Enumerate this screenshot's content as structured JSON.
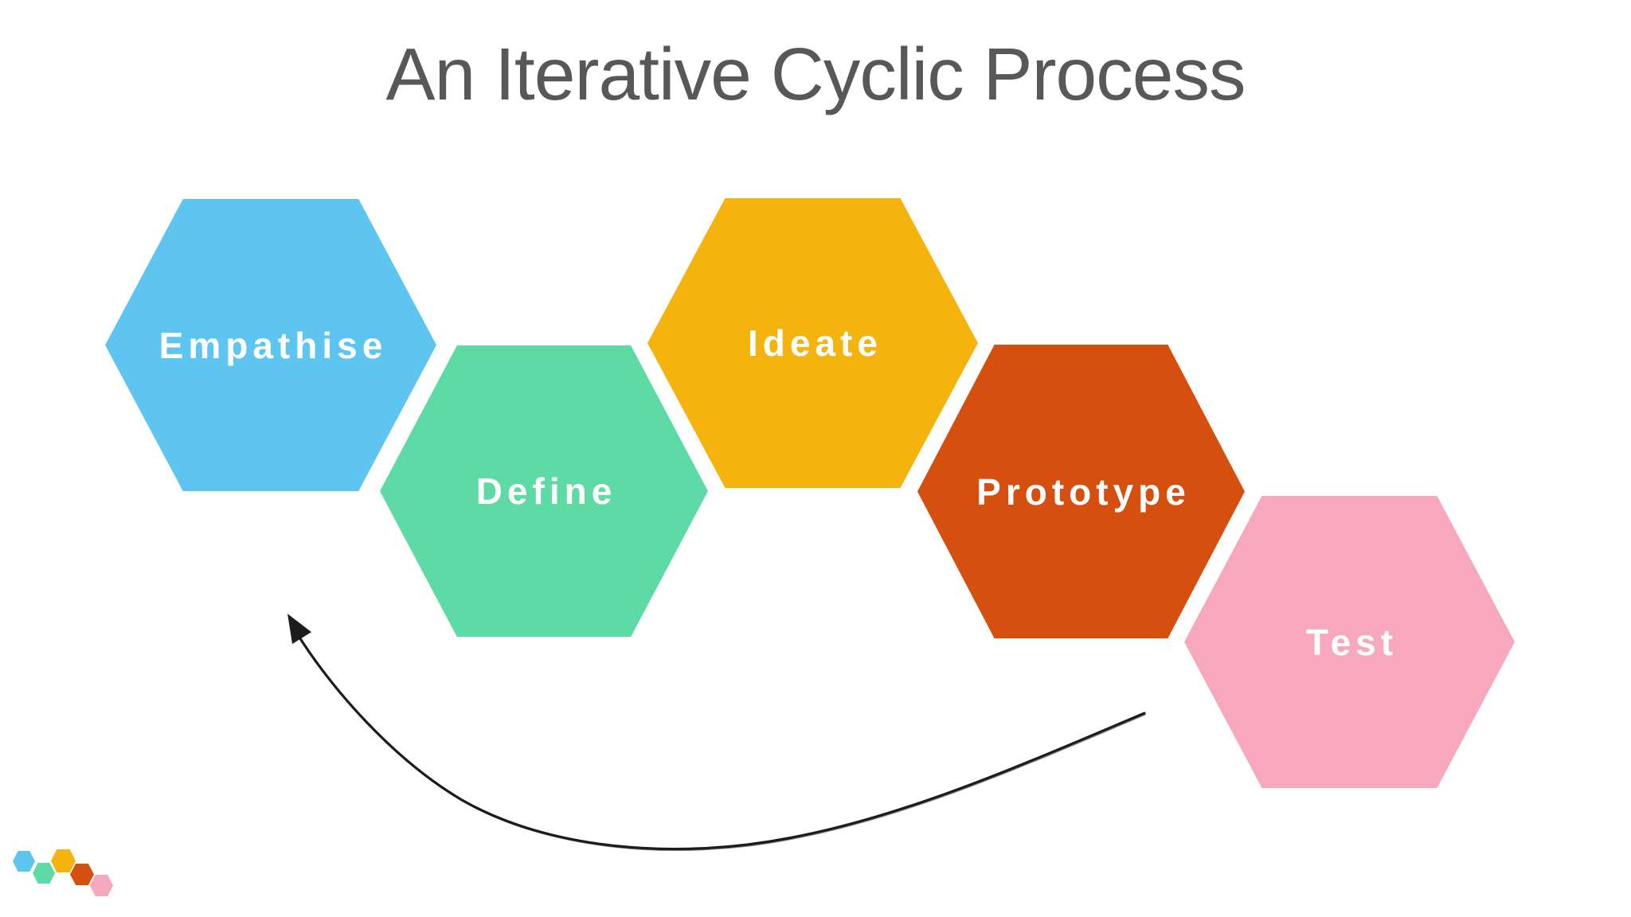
{
  "slide": {
    "title": "An Iterative Cyclic Process",
    "title_color": "#58585a",
    "background_color": "#ffffff"
  },
  "process": {
    "label_text_color": "#ffffff",
    "steps": [
      {
        "label": "Empathise",
        "color": "#5EC5F1"
      },
      {
        "label": "Define",
        "color": "#5EDAA4"
      },
      {
        "label": "Ideate",
        "color": "#F5B40D"
      },
      {
        "label": "Prototype",
        "color": "#D5500F"
      },
      {
        "label": "Test",
        "color": "#F8A8BC"
      }
    ]
  },
  "loop_arrow": {
    "color": "#1c1c1c",
    "description": "hand-drawn curved arrow looping from Test back toward Empathise"
  },
  "logo": {
    "colors": [
      "#5EC5F1",
      "#5EDAA4",
      "#F5B40D",
      "#D5500F",
      "#F8A8BC"
    ]
  }
}
